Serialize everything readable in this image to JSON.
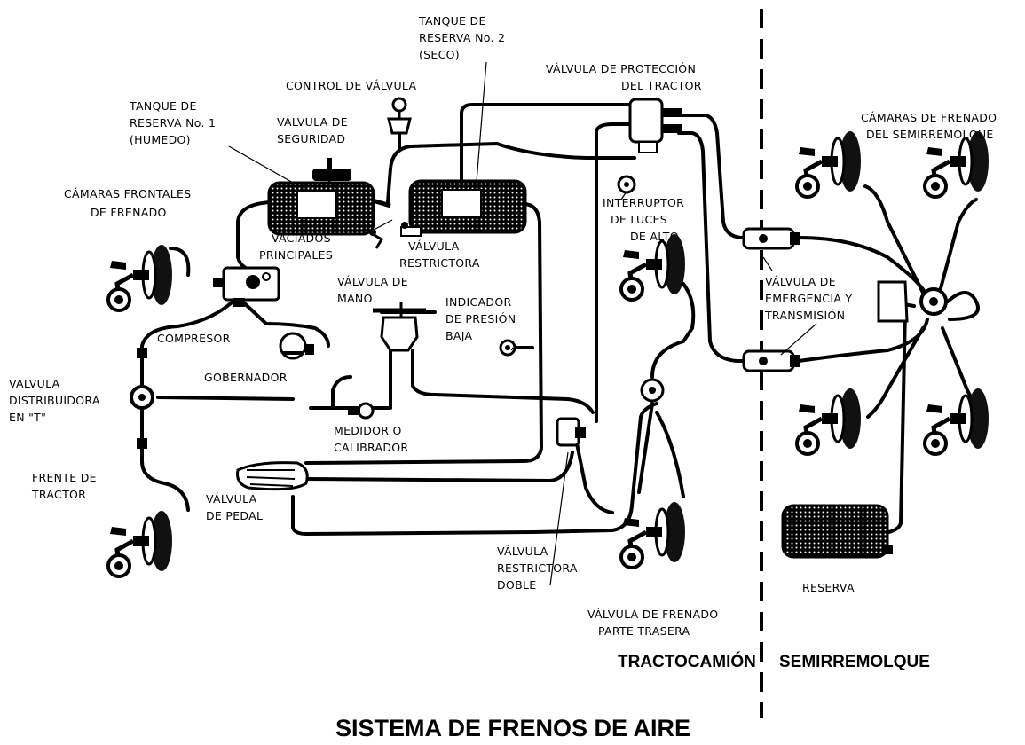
{
  "title": "SISTEMA DE FRENOS DE AIRE",
  "sections": {
    "tractor": "TRACTOCAMIÓN",
    "trailer": "SEMIRREMOLQUE"
  },
  "labels": {
    "tank2": [
      "TANQUE DE",
      "RESERVA No. 2",
      "(SECO)"
    ],
    "tractor_protection": [
      "VÁLVULA DE PROTECCIÓN",
      "DEL TRACTOR"
    ],
    "valve_control": [
      "CONTROL DE VÁLVULA"
    ],
    "tank1": [
      "TANQUE DE",
      "RESERVA No. 1",
      "(HUMEDO)"
    ],
    "safety_valve": [
      "VÁLVULA DE",
      "SEGURIDAD"
    ],
    "trailer_chambers": [
      "CÁMARAS DE FRENADO",
      "DEL SEMIRREMOLQUE"
    ],
    "front_chambers": [
      "CÁMARAS FRONTALES",
      "DE FRENADO"
    ],
    "stop_light": [
      "INTERRUPTOR",
      "DE LUCES",
      "DE ALTO"
    ],
    "drains": [
      "VACIADOS",
      "PRINCIPALES"
    ],
    "restrictor": [
      "VÁLVULA",
      "RESTRICTORA"
    ],
    "hand_valve": [
      "VÁLVULA DE",
      "MANO"
    ],
    "low_pressure": [
      "INDICADOR",
      "DE PRESIÓN",
      "BAJA"
    ],
    "emergency": [
      "VÁLVULA DE",
      "EMERGENCIA Y",
      "TRANSMISIÓN"
    ],
    "compressor": [
      "COMPRESOR"
    ],
    "governor": [
      "GOBERNADOR"
    ],
    "tee_valve": [
      "VALVULA",
      "DISTRIBUIDORA",
      "EN \"T\""
    ],
    "gauge": [
      "MEDIDOR O",
      "CALIBRADOR"
    ],
    "tractor_front": [
      "FRENTE DE",
      "TRACTOR"
    ],
    "pedal_valve": [
      "VÁLVULA",
      "DE PEDAL"
    ],
    "double_restrictor": [
      "VÁLVULA",
      "RESTRICTORA",
      "DOBLE"
    ],
    "rear_brake": [
      "VÁLVULA DE FRENADO",
      "PARTE TRASERA"
    ],
    "reserve": [
      "RESERVA"
    ]
  },
  "icons": [
    "brake-chamber",
    "air-tank",
    "compressor",
    "governor",
    "valve",
    "gauge",
    "pedal"
  ]
}
